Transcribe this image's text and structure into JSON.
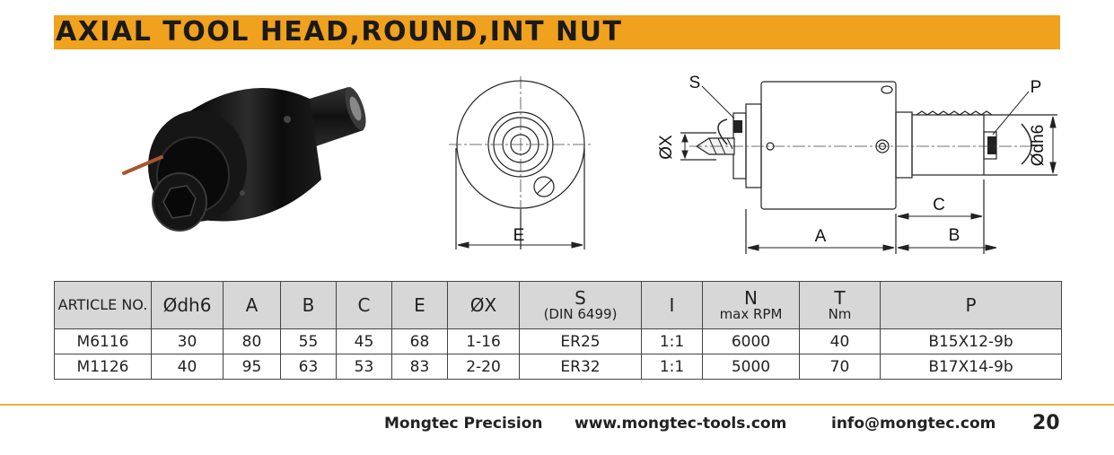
{
  "header": {
    "title": "AXIAL TOOL HEAD,ROUND,INT NUT"
  },
  "drawing": {
    "front_view": {
      "dim_e": "E"
    },
    "side_view": {
      "dim_s": "S",
      "dim_p": "P",
      "dim_ox": "ØX",
      "dim_odh6": "Ødh6",
      "dim_a": "A",
      "dim_b": "B",
      "dim_c": "C"
    }
  },
  "table": {
    "headers": [
      {
        "main": "ARTICLE NO.",
        "sub": ""
      },
      {
        "main": "Ødh6",
        "sub": ""
      },
      {
        "main": "A",
        "sub": ""
      },
      {
        "main": "B",
        "sub": ""
      },
      {
        "main": "C",
        "sub": ""
      },
      {
        "main": "E",
        "sub": ""
      },
      {
        "main": "ØX",
        "sub": ""
      },
      {
        "main": "S",
        "sub": "(DIN 6499)"
      },
      {
        "main": "I",
        "sub": ""
      },
      {
        "main": "N",
        "sub": "max RPM"
      },
      {
        "main": "T",
        "sub": "Nm"
      },
      {
        "main": "P",
        "sub": ""
      }
    ],
    "rows": [
      [
        "M6116",
        "30",
        "80",
        "55",
        "45",
        "68",
        "1-16",
        "ER25",
        "1:1",
        "6000",
        "40",
        "B15X12-9b"
      ],
      [
        "M1126",
        "40",
        "95",
        "63",
        "53",
        "83",
        "2-20",
        "ER32",
        "1:1",
        "5000",
        "70",
        "B17X14-9b"
      ]
    ]
  },
  "footer": {
    "company": "Mongtec Precision",
    "website": "www.mongtec-tools.com",
    "email": "info@mongtec.com",
    "page_number": "20"
  }
}
